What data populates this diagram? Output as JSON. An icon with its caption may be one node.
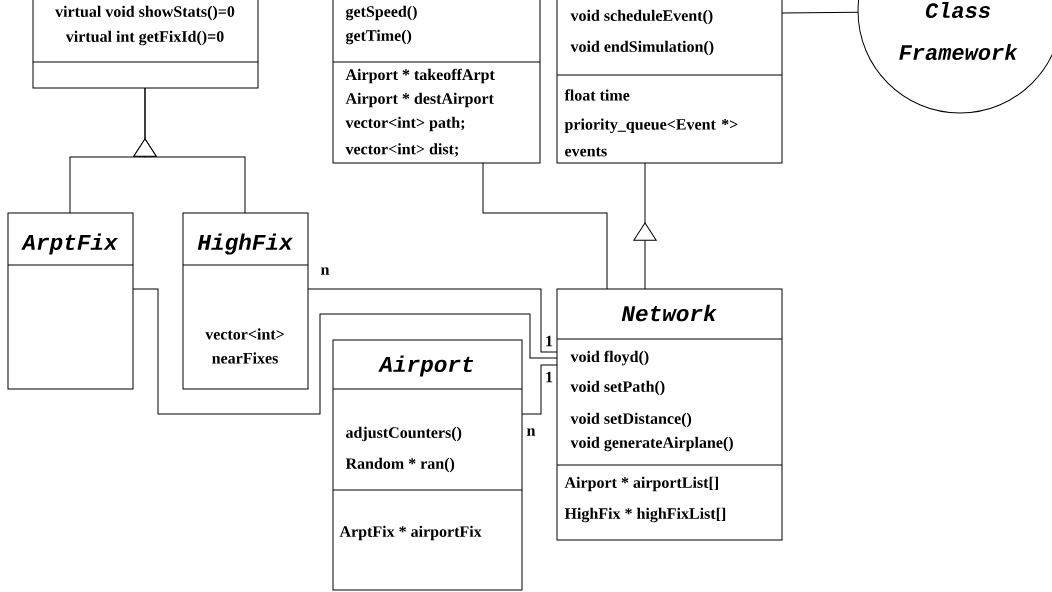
{
  "diagram": {
    "nodes": [
      {
        "text": [
          "virtual void showStats()=0",
          "virtual int getFixId()=0"
        ]
      },
      {
        "text": [
          "getSpeed()",
          "getTime()",
          "Airport * takeoffArpt",
          "Airport * destAirport",
          "vector<int> path;",
          "vector<int> dist;"
        ]
      },
      {
        "text": [
          "void scheduleEvent()",
          "void endSimulation()",
          "float time",
          "priority_queue<Event *> events"
        ]
      },
      {
        "text": [
          "Class Framework"
        ]
      },
      {
        "text": [
          "ArptFix"
        ]
      },
      {
        "text": [
          "HighFix",
          "vector<int> nearFixes"
        ]
      },
      {
        "text": [
          "Network",
          "void floyd()",
          "void setPath()",
          "void setDistance()",
          "void generateAirplane()",
          "Airport * airportList[]",
          "HighFix * highFixList[]"
        ]
      },
      {
        "text": [
          "Airport",
          "adjustCounters()",
          "Random * ran()",
          "ArptFix * airportFix"
        ]
      }
    ],
    "edges": [
      {
        "from": 4,
        "to": 0,
        "arrow": "to"
      },
      {
        "from": 5,
        "to": 0,
        "arrow": "to"
      },
      {
        "from": 1,
        "to": 6,
        "arrow": "none"
      },
      {
        "from": 6,
        "to": 2,
        "arrow": "to"
      },
      {
        "from": 2,
        "to": 3,
        "arrow": "none"
      },
      {
        "from": 4,
        "to": 6,
        "arrow": "none"
      },
      {
        "from": 5,
        "to": 6,
        "arrow": "none"
      },
      {
        "from": 7,
        "to": 6,
        "arrow": "none"
      }
    ],
    "labels": [
      "n",
      "1",
      "1",
      "n"
    ]
  }
}
